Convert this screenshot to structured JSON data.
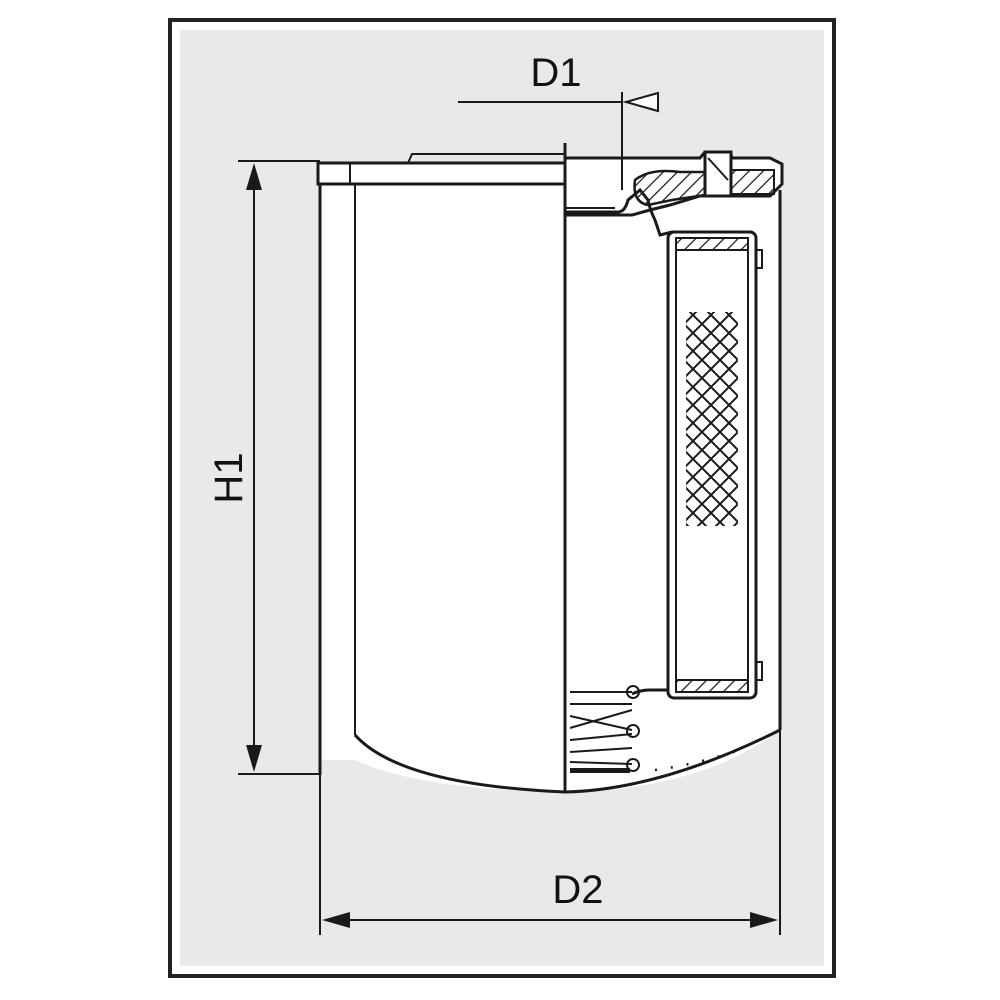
{
  "labels": {
    "d1": "D1",
    "d2": "D2",
    "h1": "H1"
  },
  "colors": {
    "frame": "#222222",
    "background": "#e9e9e9",
    "body": "#ffffff",
    "line": "#1a1a1a"
  }
}
